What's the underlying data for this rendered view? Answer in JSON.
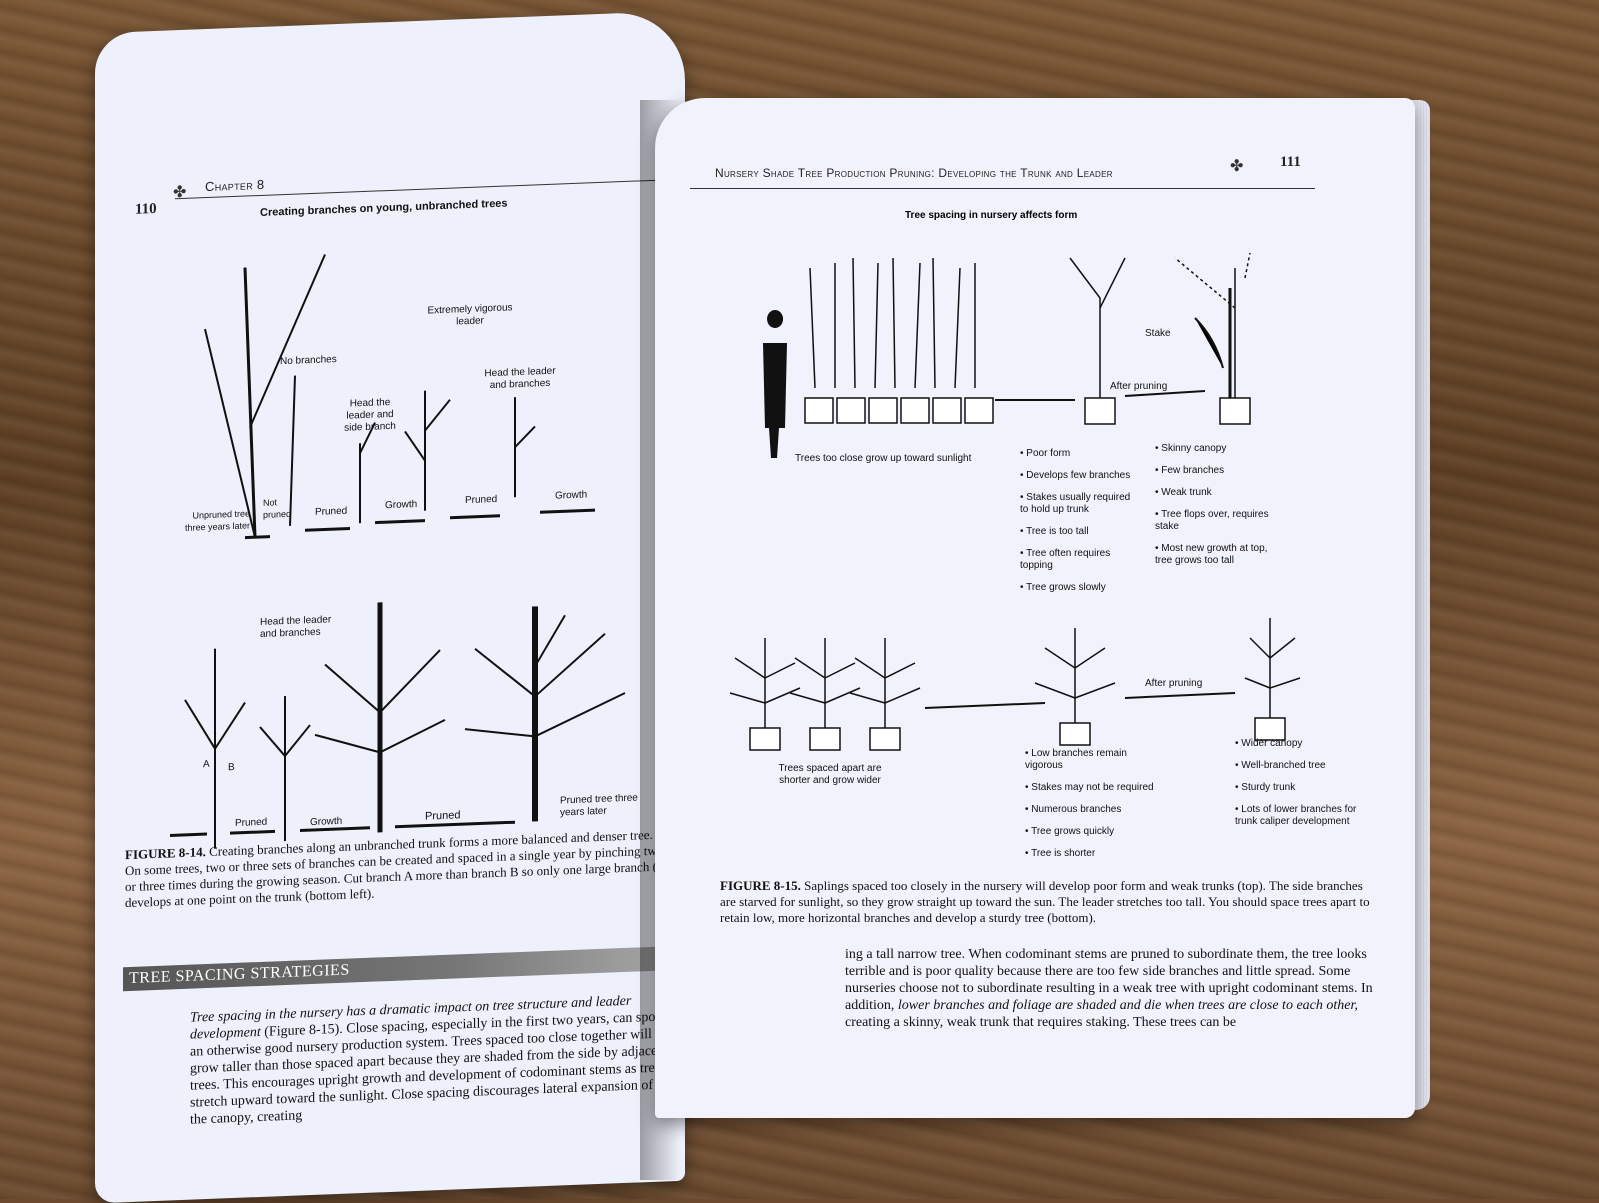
{
  "left_page": {
    "page_number": "110",
    "chapter": "Chapter 8",
    "figure_title": "Creating branches on young, unbranched trees",
    "labels": {
      "extremely_vigorous": "Extremely vigorous leader",
      "no_branches": "No branches",
      "head_leader_branches": "Head the leader and branches",
      "head_leader_side": "Head the leader and side branch",
      "unpruned": "Unpruned tree three years later",
      "not_pruned": "Not pruned",
      "pruned_1": "Pruned",
      "growth_1": "Growth",
      "pruned_2": "Pruned",
      "growth_2": "Growth",
      "head_leader_branches_2": "Head the leader and branches",
      "branch_a": "A",
      "branch_b": "B",
      "pruned_3": "Pruned",
      "growth_3": "Growth",
      "pruned_4": "Pruned",
      "pruned_later": "Pruned tree three years later"
    },
    "caption_label": "FIGURE 8-14.",
    "caption": "Creating branches along an unbranched trunk forms a more balanced and denser tree. On some trees, two or three sets of branches can be created and spaced in a single year by pinching two or three times during the growing season. Cut branch A more than branch B so only one large branch (B) develops at one point on the trunk (bottom left).",
    "section_heading": "TREE SPACING STRATEGIES",
    "body_italic": "Tree spacing in the nursery has a dramatic impact on tree structure and leader development",
    "body": "(Figure 8-15). Close spacing, especially in the first two years, can spoil an otherwise good nursery production system. Trees spaced too close together will grow taller than those spaced apart because they are shaded from the side by adjacent trees. This encourages upright growth and development of codominant stems as trees stretch upward toward the sunlight. Close spacing discourages lateral expansion of the canopy, creating"
  },
  "right_page": {
    "page_number": "111",
    "running_head": "Nursery Shade Tree Production Pruning: Developing the Trunk and Leader",
    "figure_title": "Tree spacing in nursery affects form",
    "labels": {
      "stake": "Stake",
      "after_pruning_1": "After pruning",
      "too_close": "Trees too close grow up toward sunlight",
      "after_pruning_2": "After pruning",
      "spaced_apart": "Trees spaced apart are shorter and grow wider"
    },
    "list_middle_top": [
      "Poor form",
      "Develops few branches",
      "Stakes usually required to hold up trunk",
      "Tree is too tall",
      "Tree often requires topping",
      "Tree grows slowly"
    ],
    "list_right_top": [
      "Skinny canopy",
      "Few branches",
      "Weak trunk",
      "Tree flops over, requires stake",
      "Most new growth at top, tree grows too tall"
    ],
    "list_middle_bottom": [
      "Low branches remain vigorous",
      "Stakes may not be required",
      "Numerous branches",
      "Tree grows quickly",
      "Tree is shorter"
    ],
    "list_right_bottom": [
      "Wider canopy",
      "Well-branched tree",
      "Sturdy trunk",
      "Lots of lower branches for trunk caliper development"
    ],
    "caption_label": "FIGURE 8-15.",
    "caption": "Saplings spaced too closely in the nursery will develop poor form and weak trunks (top). The side branches are starved for sunlight, so they grow straight up toward the sun. The leader stretches too tall. You should space trees apart to retain low, more horizontal branches and develop a sturdy tree (bottom).",
    "body_1": "ing a tall narrow tree. When codominant stems are pruned to subordinate them, the tree looks terrible and is poor quality because there are too few side branches and little spread. Some nurseries choose not to subordinate resulting in a weak tree with upright codominant stems. In addition,",
    "body_italic": "lower branches and foliage are shaded and die when trees are close to each other,",
    "body_2": "creating a skinny, weak trunk that requires staking. These trees can be"
  }
}
